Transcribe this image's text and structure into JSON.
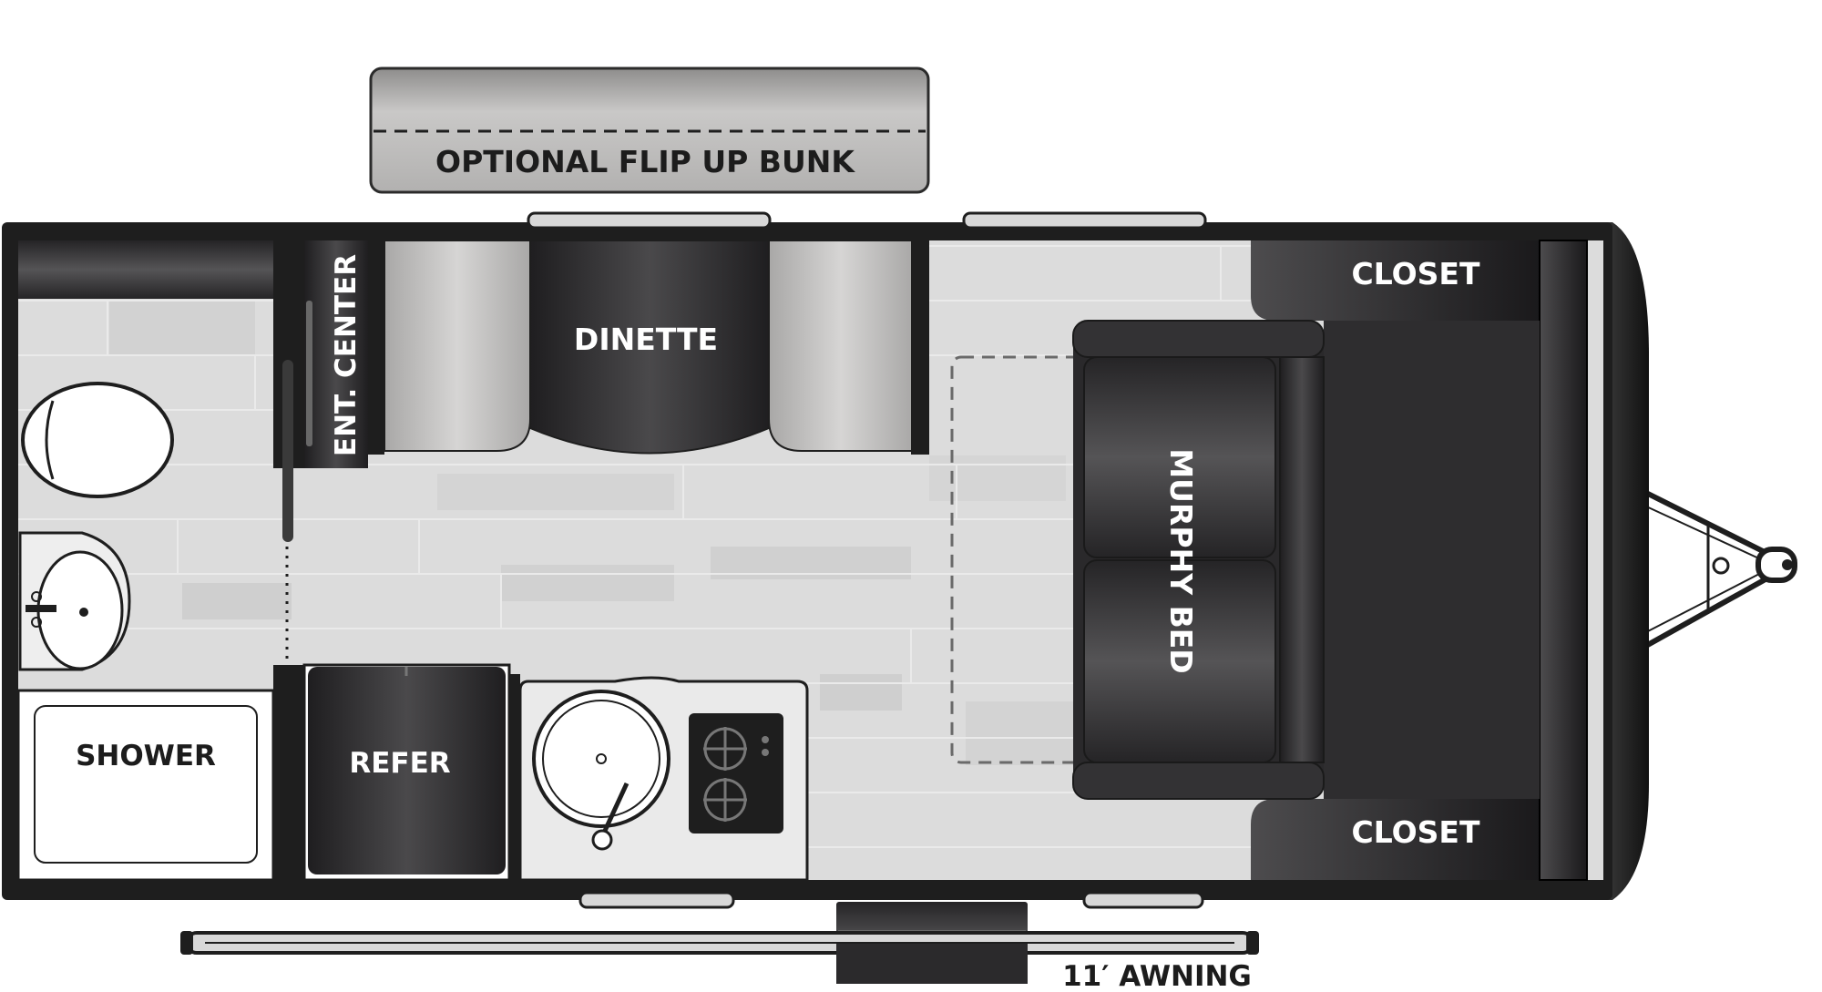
{
  "labels": {
    "optional_bunk": "OPTIONAL FLIP UP BUNK",
    "ent_center": "ENT. CENTER",
    "dinette": "DINETTE",
    "closet_top": "CLOSET",
    "closet_bottom": "CLOSET",
    "murphy_bed": "MURPHY BED",
    "shower": "SHOWER",
    "refer": "REFER",
    "awning": "11′ AWNING"
  },
  "colors": {
    "wall": "#1e1e1e",
    "floor": "#dcdcdc",
    "furniture_dark": "#2b2a2c",
    "cushion_grey": "#bdbcbb"
  }
}
